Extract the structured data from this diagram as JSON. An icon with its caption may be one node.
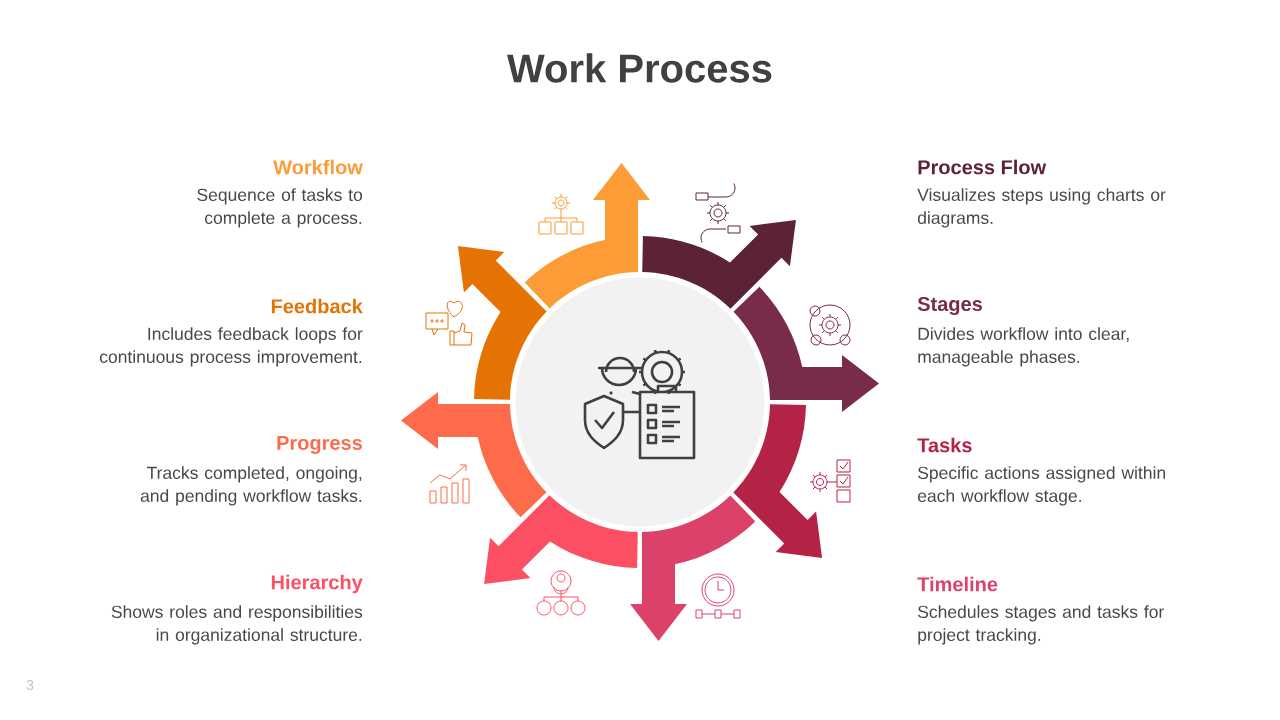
{
  "diagram": {
    "title": "Work Process",
    "labels": [
      "Workflow",
      "Sequence of tasks to complete a process.",
      "Process Flow",
      "Visualizes steps using charts or diagrams.",
      "Feedback",
      "Includes feedback loops for continuous process improvement.",
      "Stages",
      "Divides workflow into clear, manageable phases.",
      "Progress",
      "Tracks completed, ongoing, and pending workflow tasks.",
      "Tasks",
      "Specific actions assigned within each workflow stage.",
      "Hierarchy",
      "Shows roles and responsibilities in organizational structure.",
      "Timeline",
      "Schedules stages and tasks for project tracking.",
      "3"
    ]
  }
}
